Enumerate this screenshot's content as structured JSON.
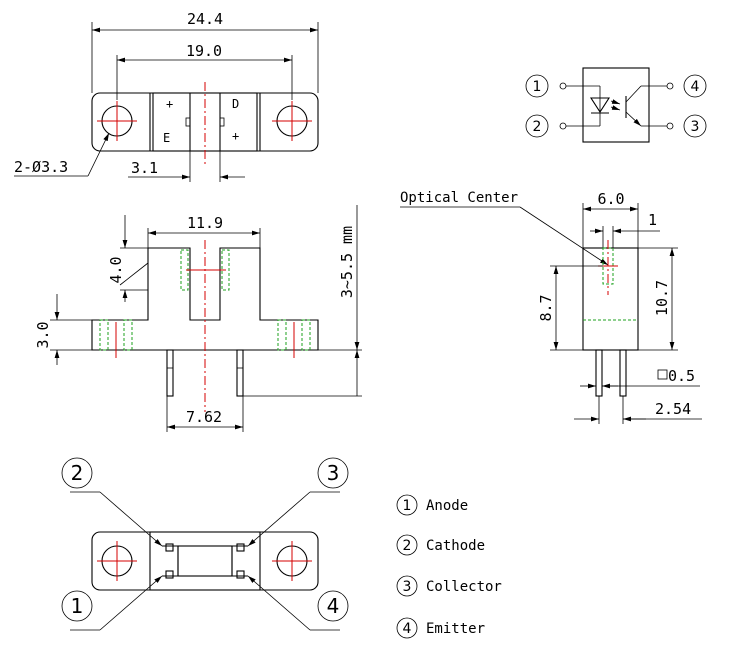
{
  "dimensions": {
    "overall_width": "24.4",
    "hole_pitch": "19.0",
    "holes": "2-Ø3.3",
    "slot_offset": "3.1",
    "slot_width": "11.9",
    "slot_depth": "4.0",
    "flange_thickness": "3.0",
    "lead_length": "3~5.5  mm",
    "lead_pitch": "7.62",
    "side_width": "6.0",
    "side_offset": "1",
    "optical_height": "8.7",
    "body_height": "10.7",
    "lead_size": "0.5",
    "lead_spacing": "2.54"
  },
  "top_view_marks": {
    "plus_left": "+",
    "e_left": "E",
    "d_right": "D",
    "plus_right": "+"
  },
  "labels": {
    "optical_center": "Optical Center"
  },
  "schematic": {
    "pin_left_top": "1",
    "pin_left_bottom": "2",
    "pin_right_top": "4",
    "pin_right_bottom": "3"
  },
  "bottom_view_pins": {
    "top_left": "2",
    "top_right": "3",
    "bottom_left": "1",
    "bottom_right": "4"
  },
  "legend": [
    {
      "number": "1",
      "name": "Anode"
    },
    {
      "number": "2",
      "name": "Cathode"
    },
    {
      "number": "3",
      "name": "Collector"
    },
    {
      "number": "4",
      "name": "Emitter"
    }
  ],
  "colors": {
    "outline": "#000000",
    "center_line": "#d40000",
    "hidden_line": "#1ca01c"
  }
}
